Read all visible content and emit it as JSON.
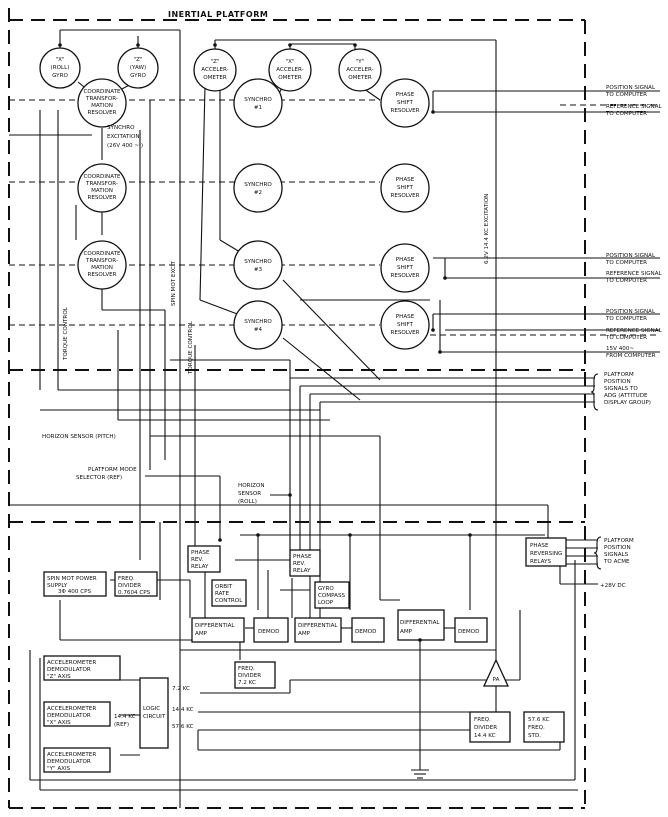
{
  "title": "INERTIAL PLATFORM",
  "nodes": {
    "roll_gyro": [
      "\"X\"",
      "(ROLL)",
      "GYRO"
    ],
    "yaw_gyro": [
      "\"Z\"",
      "(YAW)",
      "GYRO"
    ],
    "z_accel": [
      "\"Z\"",
      "ACCELER-",
      "OMETER"
    ],
    "x_accel": [
      "\"X\"",
      "ACCELER-",
      "OMETER"
    ],
    "y_accel": [
      "\"Y\"",
      "ACCELER-",
      "OMETER"
    ],
    "ct_resolver_1": [
      "COORDINATE",
      "TRANSFOR-",
      "MATION",
      "RESOLVER"
    ],
    "ct_resolver_2": [
      "COORDINATE",
      "TRANSFOR-",
      "MATION",
      "RESOLVER"
    ],
    "ct_resolver_3": [
      "COORDINATE",
      "TRANSFOR-",
      "MATION",
      "RESOLVER"
    ],
    "synchro_1": [
      "SYNCHRO",
      "#1"
    ],
    "synchro_2": [
      "SYNCHRO",
      "#2"
    ],
    "synchro_3": [
      "SYNCHRO",
      "#3"
    ],
    "synchro_4": [
      "SYNCHRO",
      "#4"
    ],
    "ps_resolver_1": [
      "PHASE",
      "SHIFT",
      "RESOLVER"
    ],
    "ps_resolver_2": [
      "PHASE",
      "SHIFT",
      "RESOLVER"
    ],
    "ps_resolver_3": [
      "PHASE",
      "SHIFT",
      "RESOLVER"
    ],
    "ps_resolver_4": [
      "PHASE",
      "SHIFT",
      "RESOLVER"
    ]
  },
  "boxes": {
    "phase_rev_relay_1": [
      "PHASE",
      "REV.",
      "RELAY"
    ],
    "phase_rev_relay_2": [
      "PHASE",
      "REV.",
      "RELAY"
    ],
    "orbit_rate_control": [
      "ORBIT",
      "RATE",
      "CONTROL"
    ],
    "gyro_compass_loop": [
      "GYRO",
      "COMPASS",
      "LOOP"
    ],
    "spin_mot_power_supply": [
      "SPIN MOT POWER",
      "SUPPLY",
      "3Φ 400 CPS"
    ],
    "freq_divider_top": [
      "FREQ.",
      "DIVIDER",
      "0.7604 CPS"
    ],
    "diff_amp_1": [
      "DIFFERENTIAL",
      "AMP"
    ],
    "diff_amp_2": [
      "DIFFERENTIAL",
      "AMP"
    ],
    "diff_amp_3": [
      "DIFFERENTIAL",
      "AMP"
    ],
    "demod_1": [
      "DEMOD"
    ],
    "demod_2": [
      "DEMOD"
    ],
    "demod_3": [
      "DEMOD"
    ],
    "phase_reversing_relays": [
      "PHASE",
      "REVERSING",
      "RELAYS"
    ],
    "freq_divider_72": [
      "FREQ.",
      "DIVIDER",
      "7.2 KC"
    ],
    "accel_demod_z": [
      "ACCELEROMETER",
      "DEMODULATOR",
      "\"Z\" AXIS"
    ],
    "accel_demod_x": [
      "ACCELEROMETER",
      "DEMODULATOR",
      "\"X\" AXIS"
    ],
    "accel_demod_y": [
      "ACCELEROMETER",
      "DEMODULATOR",
      "\"Y\" AXIS"
    ],
    "logic_circuit": [
      "LOGIC",
      "CIRCUIT"
    ],
    "freq_divider_144": [
      "FREQ.",
      "DIVIDER",
      "14.4 KC"
    ],
    "freq_std_576": [
      "57.6 KC",
      "FREQ.",
      "STD."
    ]
  },
  "pa_label": "PA",
  "labels": {
    "synchro_excitation": [
      "SYNCHRO",
      "EXCITATION",
      "(26V 400 ~ )"
    ],
    "torque_control_left": "TORQUE CONTROL",
    "torque_control_mid": "TORQUE CONTROL",
    "spin_mot_excit": "SPIN MOT EXCIT",
    "excitation_62v": "6.2V 14.4 KC EXCITATION",
    "horizon_sensor_pitch": "HORIZON SENSOR (PITCH)",
    "platform_mode_selector": [
      "PLATFORM MODE",
      "SELECTOR (REF)"
    ],
    "horizon_sensor_roll": [
      "HORIZON",
      "SENSOR",
      "(ROLL)"
    ],
    "kc_72": "7.2 KC",
    "kc_144_out": "14.4 KC",
    "kc_144_ref": [
      "14.4 KC",
      "(REF)"
    ],
    "kc_576": "57.6 KC"
  },
  "outputs": {
    "position_signal_1": [
      "POSITION SIGNAL",
      "TO COMPUTER"
    ],
    "reference_signal_1": [
      "REFERENCE SIGNAL",
      "TO COMPUTER"
    ],
    "position_signal_2": [
      "POSITION SIGNAL",
      "TO COMPUTER"
    ],
    "reference_signal_2": [
      "REFERENCE SIGNAL",
      "TO COMPUTER"
    ],
    "position_signal_3": [
      "POSITION SIGNAL",
      "TO COMPUTER"
    ],
    "reference_signal_3": [
      "REFERENCE SIGNAL",
      "TO COMPUTER"
    ],
    "computer_15v": [
      "15V 400~",
      "FROM COMPUTER"
    ],
    "to_adg": [
      "PLATFORM",
      "POSITION",
      "SIGNALS TO",
      "ADG (ATTITUDE",
      "DISPLAY GROUP)"
    ],
    "to_acme": [
      "PLATFORM",
      "POSITION",
      "SIGNALS",
      "TO ACME"
    ],
    "dc_28v": "+28V DC"
  }
}
